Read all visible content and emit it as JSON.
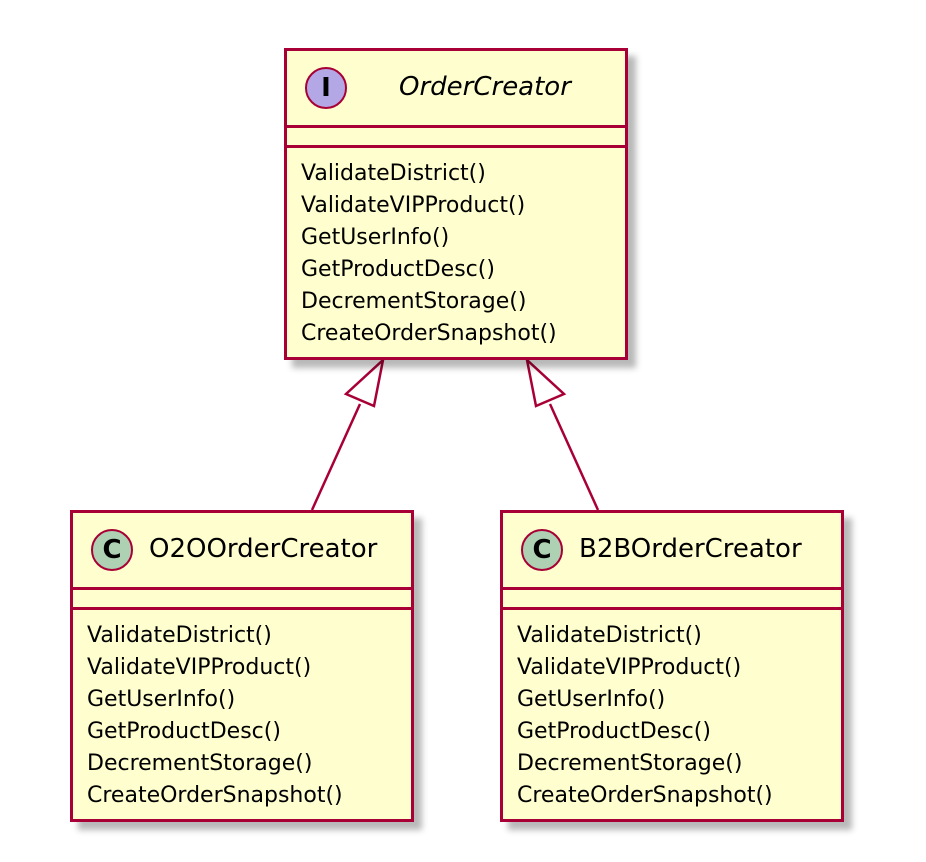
{
  "diagram": {
    "interface": {
      "stereotype_letter": "I",
      "name": "OrderCreator",
      "methods": [
        "ValidateDistrict()",
        "ValidateVIPProduct()",
        "GetUserInfo()",
        "GetProductDesc()",
        "DecrementStorage()",
        "CreateOrderSnapshot()"
      ]
    },
    "classes": [
      {
        "stereotype_letter": "C",
        "name": "O2OOrderCreator",
        "methods": [
          "ValidateDistrict()",
          "ValidateVIPProduct()",
          "GetUserInfo()",
          "GetProductDesc()",
          "DecrementStorage()",
          "CreateOrderSnapshot()"
        ]
      },
      {
        "stereotype_letter": "C",
        "name": "B2BOrderCreator",
        "methods": [
          "ValidateDistrict()",
          "ValidateVIPProduct()",
          "GetUserInfo()",
          "GetProductDesc()",
          "DecrementStorage()",
          "CreateOrderSnapshot()"
        ]
      }
    ],
    "colors": {
      "fill": "#fefece",
      "border": "#a80036",
      "interface_badge": "#b4a7e5",
      "class_badge": "#add1b2"
    },
    "relations": [
      {
        "type": "realization",
        "from": "O2OOrderCreator",
        "to": "OrderCreator"
      },
      {
        "type": "realization",
        "from": "B2BOrderCreator",
        "to": "OrderCreator"
      }
    ]
  }
}
